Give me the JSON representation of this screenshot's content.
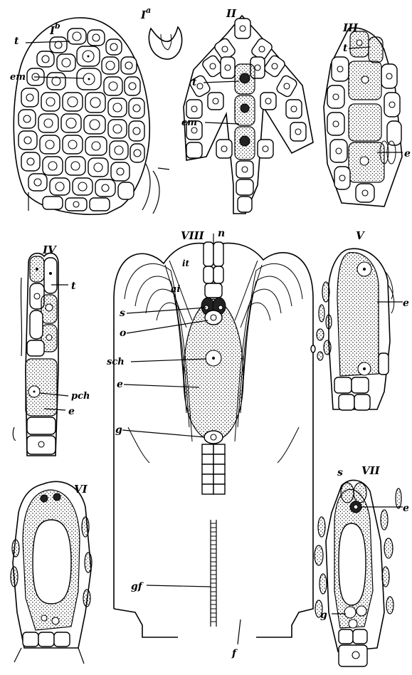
{
  "figures": {
    "I_b": {
      "number": "I",
      "sup": "b",
      "labels": {
        "t": "t",
        "em": "em"
      }
    },
    "I_a": {
      "number": "I",
      "sup": "a"
    },
    "II": {
      "number": "II",
      "labels": {
        "t": "t",
        "em": "em"
      }
    },
    "III": {
      "number": "III",
      "labels": {
        "t": "t",
        "e": "e"
      }
    },
    "IV": {
      "number": "IV",
      "labels": {
        "t": "t",
        "pch": "pch",
        "e": "e"
      }
    },
    "VIII": {
      "number": "VIII",
      "labels": {
        "n": "n",
        "it": "it",
        "ai": "ai",
        "s": "s",
        "o": "o",
        "sch": "sch",
        "e": "e",
        "g": "g",
        "gf": "gf",
        "f": "f"
      }
    },
    "V": {
      "number": "V",
      "labels": {
        "e": "e"
      }
    },
    "VI": {
      "number": "VI"
    },
    "VII": {
      "number": "VII",
      "labels": {
        "s": "s",
        "e": "e",
        "g": "g"
      }
    }
  }
}
